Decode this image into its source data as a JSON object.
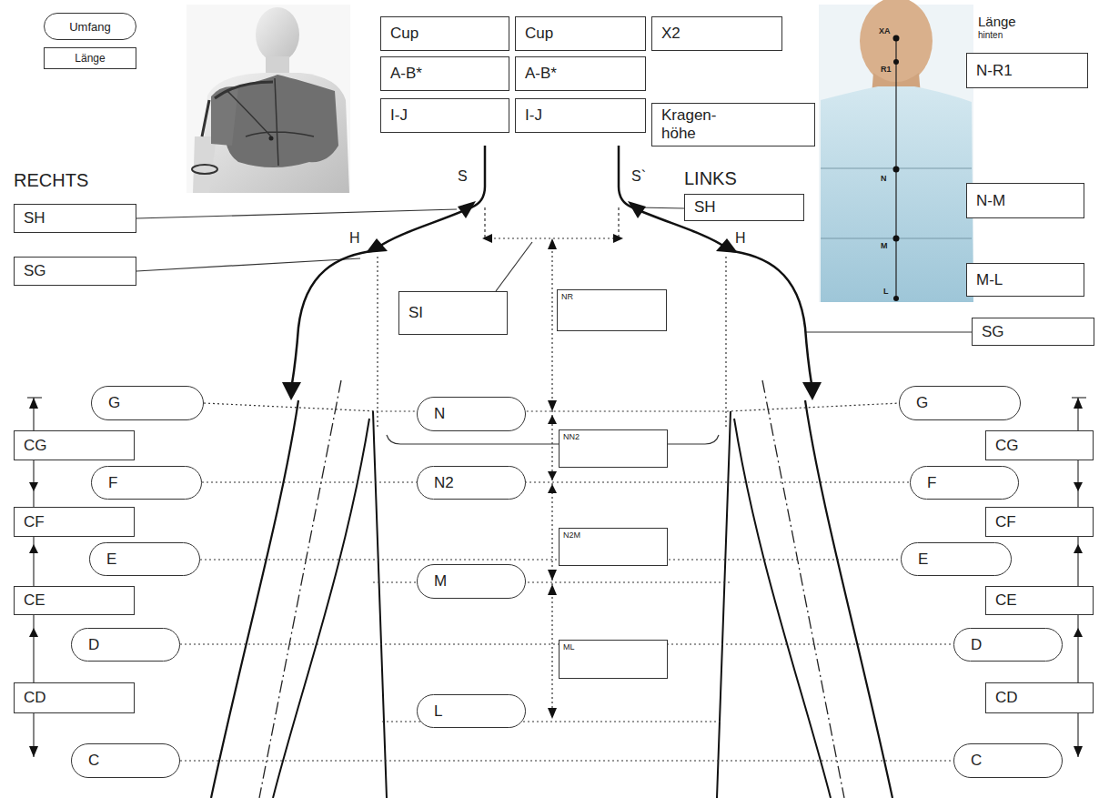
{
  "diagram": {
    "nodes": [
      {
        "text": [
          "Umfang"
        ]
      },
      {
        "text": [
          "Länge"
        ]
      },
      {
        "text": [
          "Cup"
        ]
      },
      {
        "text": [
          "Cup"
        ]
      },
      {
        "text": [
          "X2"
        ]
      },
      {
        "text": [
          "A-B*"
        ]
      },
      {
        "text": [
          "A-B*"
        ]
      },
      {
        "text": [
          "I-J"
        ]
      },
      {
        "text": [
          "I-J"
        ]
      },
      {
        "text": [
          "Kragen- höhe"
        ]
      },
      {
        "text": [
          "N-R1"
        ]
      },
      {
        "text": [
          "SH"
        ]
      },
      {
        "text": [
          "SH"
        ]
      },
      {
        "text": [
          "SG"
        ]
      },
      {
        "text": [
          "SI"
        ]
      },
      {
        "text": [
          "NR"
        ]
      },
      {
        "text": [
          "N-M"
        ]
      },
      {
        "text": [
          "M-L"
        ]
      },
      {
        "text": [
          "SG"
        ]
      },
      {
        "text": [
          "G"
        ]
      },
      {
        "text": [
          "N"
        ]
      },
      {
        "text": [
          "G"
        ]
      },
      {
        "text": [
          "CG"
        ]
      },
      {
        "text": [
          "NN2"
        ]
      },
      {
        "text": [
          "CG"
        ]
      },
      {
        "text": [
          "F"
        ]
      },
      {
        "text": [
          "N2"
        ]
      },
      {
        "text": [
          "F"
        ]
      },
      {
        "text": [
          "CF"
        ]
      },
      {
        "text": [
          "N2M"
        ]
      },
      {
        "text": [
          "CF"
        ]
      },
      {
        "text": [
          "E"
        ]
      },
      {
        "text": [
          "M"
        ]
      },
      {
        "text": [
          "E"
        ]
      },
      {
        "text": [
          "CE"
        ]
      },
      {
        "text": [
          "CE"
        ]
      },
      {
        "text": [
          "D"
        ]
      },
      {
        "text": [
          "ML"
        ]
      },
      {
        "text": [
          "D"
        ]
      },
      {
        "text": [
          "CD"
        ]
      },
      {
        "text": [
          "CD"
        ]
      },
      {
        "text": [
          "L"
        ]
      },
      {
        "text": [
          "C"
        ]
      },
      {
        "text": [
          "C"
        ]
      }
    ],
    "labels": [
      "RECHTS",
      "S",
      "S`",
      "LINKS",
      "H",
      "H",
      "Länge",
      "hinten",
      "XA",
      "R1",
      "N",
      "M",
      "L"
    ]
  }
}
